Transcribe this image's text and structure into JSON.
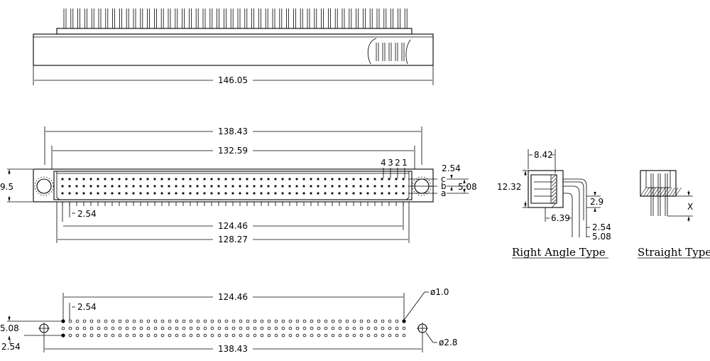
{
  "dimensions": {
    "top_length": "146.05",
    "mid_overall": "138.43",
    "mid_inner": "132.59",
    "mid_pitch": "2.54",
    "mid_pin_span": "124.46",
    "mid_body": "128.27",
    "mid_height": "9.5",
    "mid_row_pitch": "2.54",
    "mid_rows_span": "5.08",
    "ra_width": "8.42",
    "ra_height": "12.32",
    "ra_tail": "2.9",
    "ra_offset": "6.39",
    "ra_pitch": "2.54",
    "ra_rows": "5.08",
    "st_tail": "X",
    "bot_pin_span": "124.46",
    "bot_pitch": "2.54",
    "bot_rows": "5.08",
    "bot_edge": "2.54",
    "bot_overall": "138.43",
    "hole_small": "ø1.0",
    "hole_large": "ø2.8"
  },
  "pin_numbers": [
    "4",
    "3",
    "2",
    "1"
  ],
  "row_letters": [
    "c",
    "b",
    "a"
  ],
  "captions": {
    "right_angle": "Right Angle Type",
    "straight": "Straight Type"
  }
}
